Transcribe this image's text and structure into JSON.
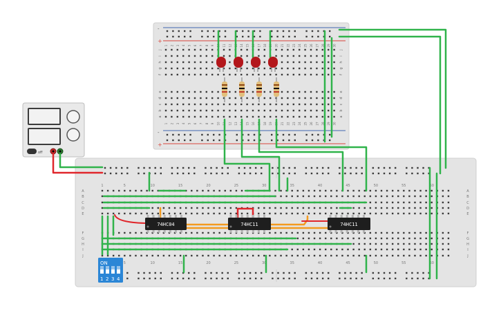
{
  "colors": {
    "background": "#ffffff",
    "breadboard": "#e4e4e4",
    "breadboard_edge": "#cfcfcf",
    "hole": "#3a3a3a",
    "rail_red": "#d9453a",
    "rail_blue": "#3f66b0",
    "wire_green": "#2fb34a",
    "wire_orange": "#f39a1f",
    "wire_red": "#e0262b",
    "chip": "#1e1e1e",
    "chip_text": "#ffffff",
    "led": "#b3171b",
    "resistor": "#e2bf7c",
    "dip_switch": "#2b86d6",
    "psu_body": "#e9e9e9",
    "psu_screen": "#3c3c3c"
  },
  "top_board": {
    "top_rail_signs": [
      "-",
      "+"
    ],
    "bottom_rail_signs": [
      "-",
      "+"
    ],
    "column_numbers": [
      "1",
      "2",
      "3",
      "4",
      "5",
      "6",
      "7",
      "8",
      "9",
      "10",
      "11",
      "12",
      "13",
      "14",
      "15",
      "16",
      "17",
      "18",
      "19",
      "20",
      "21",
      "22",
      "23",
      "24",
      "25",
      "26",
      "27",
      "28",
      "29",
      "30"
    ],
    "upper_row_letters": [
      "j",
      "i",
      "h",
      "g",
      "f"
    ],
    "lower_row_letters": [
      "e",
      "d",
      "c",
      "b",
      "a"
    ]
  },
  "main_board": {
    "column_numbers": [
      "1",
      "5",
      "10",
      "15",
      "20",
      "25",
      "30",
      "35",
      "40",
      "45",
      "50",
      "55",
      "60"
    ],
    "upper_row_letters": [
      "A",
      "B",
      "C",
      "D",
      "E"
    ],
    "lower_row_letters": [
      "F",
      "G",
      "H",
      "I",
      "J"
    ]
  },
  "chips": [
    {
      "label": "74HC04"
    },
    {
      "label": "74HC11"
    },
    {
      "label": "74HC11"
    }
  ],
  "dip_switch": {
    "on_label": "ON",
    "numbers": [
      "1",
      "2",
      "3",
      "4"
    ]
  },
  "power_supply": {
    "off_label": "off"
  },
  "leds": [
    {
      "color": "red"
    },
    {
      "color": "red"
    },
    {
      "color": "red"
    },
    {
      "color": "red"
    }
  ],
  "resistors": [
    {
      "id": "r1"
    },
    {
      "id": "r2"
    },
    {
      "id": "r3"
    },
    {
      "id": "r4"
    }
  ]
}
